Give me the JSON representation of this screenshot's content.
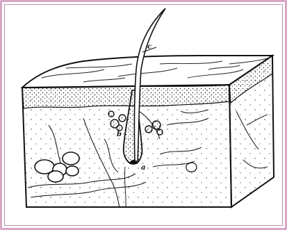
{
  "diagram": {
    "labels": {
      "c": "c",
      "b": "b",
      "a": "a"
    },
    "colors": {
      "frame": "#d8a6c6",
      "ink": "#111111",
      "paper": "#ffffff"
    }
  }
}
